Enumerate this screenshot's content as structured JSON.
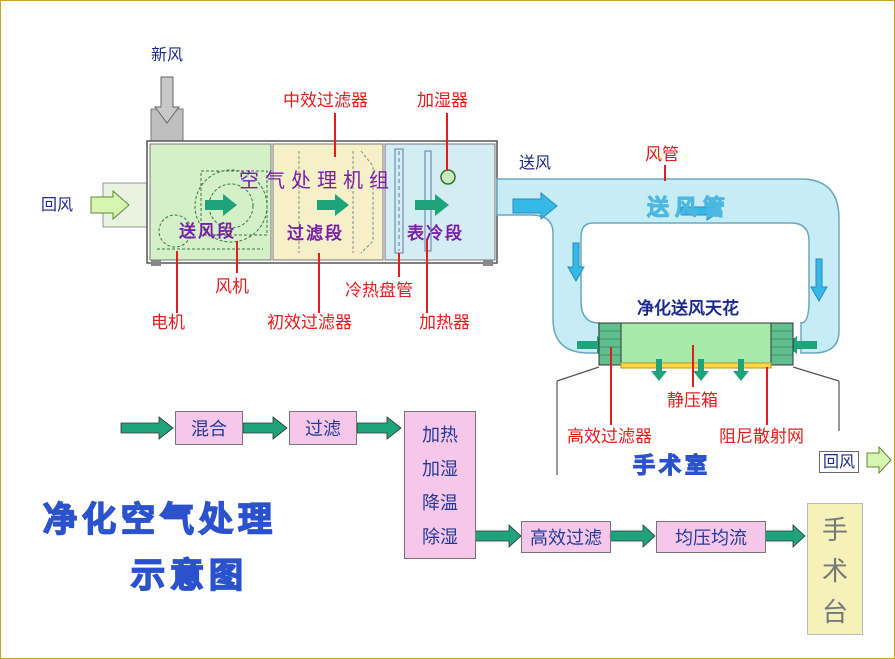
{
  "labels": {
    "fresh_air": "新风",
    "return_air_left": "回风",
    "medium_filter": "中效过滤器",
    "humidifier": "加湿器",
    "supply_air": "送风",
    "air_duct": "风管",
    "ahu_title": "空气处理机组",
    "fan_section": "送风段",
    "filter_section": "过滤段",
    "cooling_section": "表冷段",
    "supply_duct": "送风管",
    "fan": "风机",
    "motor": "电机",
    "primary_filter": "初效过滤器",
    "coil": "冷热盘管",
    "heater": "加热器",
    "clean_ceiling": "净化送风天花",
    "static_box": "静压箱",
    "hepa_filter": "高效过滤器",
    "damping_screen": "阻尼散射网",
    "operating_room": "手术室",
    "return_air_right": "回风"
  },
  "flow": {
    "mix": "混合",
    "filter": "过滤",
    "treat_lines": [
      "加热",
      "加湿",
      "降温",
      "除湿"
    ],
    "hepa": "高效过滤",
    "equalize": "均压均流",
    "table_chars": [
      "手",
      "术",
      "台"
    ]
  },
  "title": {
    "line1": "净化空气处理",
    "line2": "示意图"
  },
  "colors": {
    "red_label": "#e31c1c",
    "blue_label": "#1c2a8a",
    "box_fill": "#f7c7ea",
    "arrow_green": "#1ea37a",
    "duct_fill": "#c6ecf5",
    "duct_arrow": "#35b9e6",
    "unit_green": "#d4f0c8",
    "unit_yellow": "#f5f0c8",
    "unit_blue": "#d4edf5",
    "table_fill": "#f4f2b8"
  }
}
